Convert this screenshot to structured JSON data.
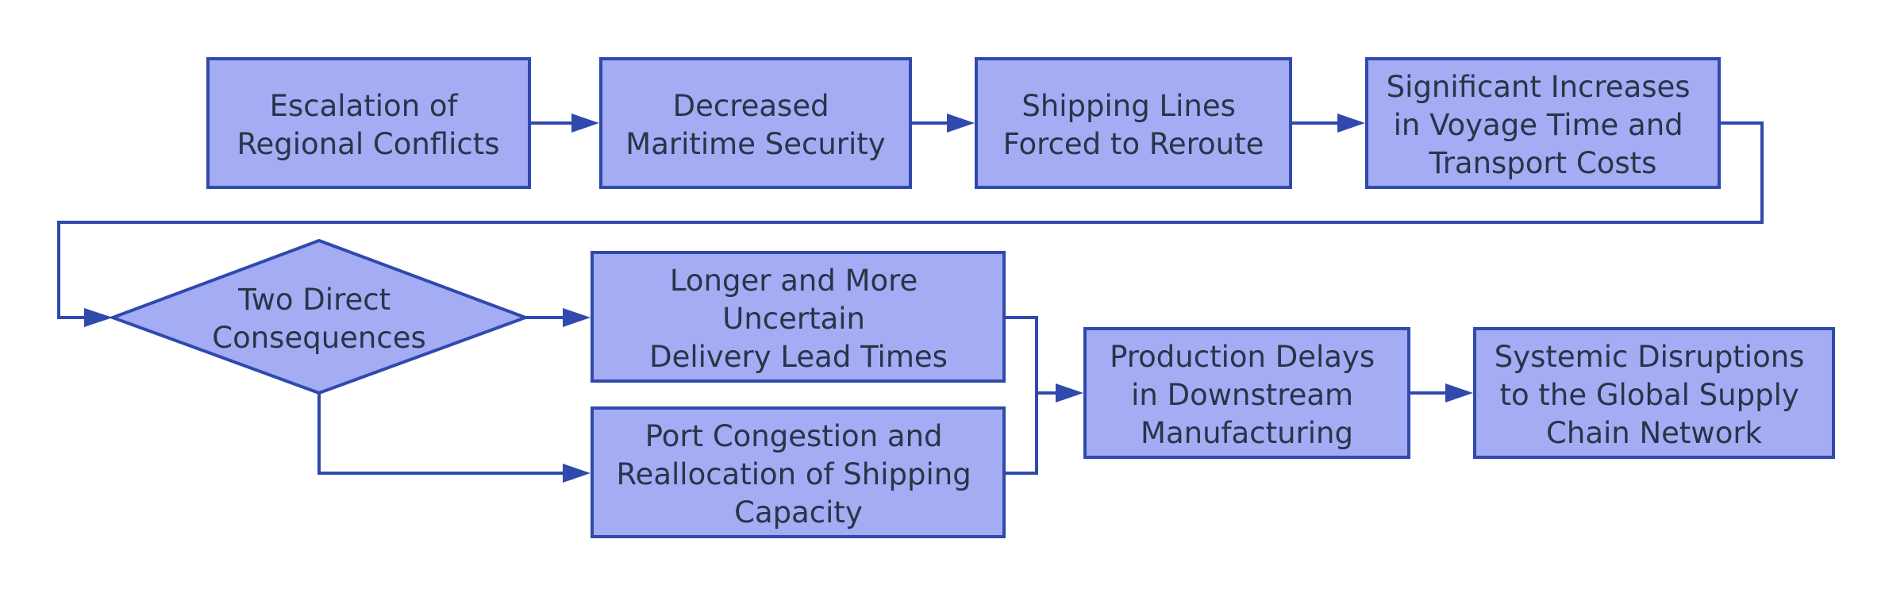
{
  "nodes": {
    "escalation": {
      "lines": [
        "Escalation of",
        "Regional Conflicts"
      ]
    },
    "security": {
      "lines": [
        "Decreased",
        "Maritime Security"
      ]
    },
    "reroute": {
      "lines": [
        "Shipping Lines",
        "Forced to Reroute"
      ]
    },
    "costs": {
      "lines": [
        "Significant Increases",
        "in Voyage Time and",
        "Transport Costs"
      ]
    },
    "consequences": {
      "lines": [
        "Two Direct",
        "Consequences"
      ]
    },
    "leadtimes": {
      "lines": [
        "Longer and More",
        "Uncertain",
        "Delivery Lead Times"
      ]
    },
    "congestion": {
      "lines": [
        "Port Congestion and",
        "Reallocation of Shipping",
        "Capacity"
      ]
    },
    "production": {
      "lines": [
        "Production Delays",
        "in Downstream",
        "Manufacturing"
      ]
    },
    "disruptions": {
      "lines": [
        "Systemic Disruptions",
        "to the Global Supply",
        "Chain Network"
      ]
    }
  },
  "colors": {
    "node_fill": "#a4acf4",
    "node_stroke": "#2f49ad",
    "edge": "#2f49ad",
    "text": "#2b3348"
  }
}
